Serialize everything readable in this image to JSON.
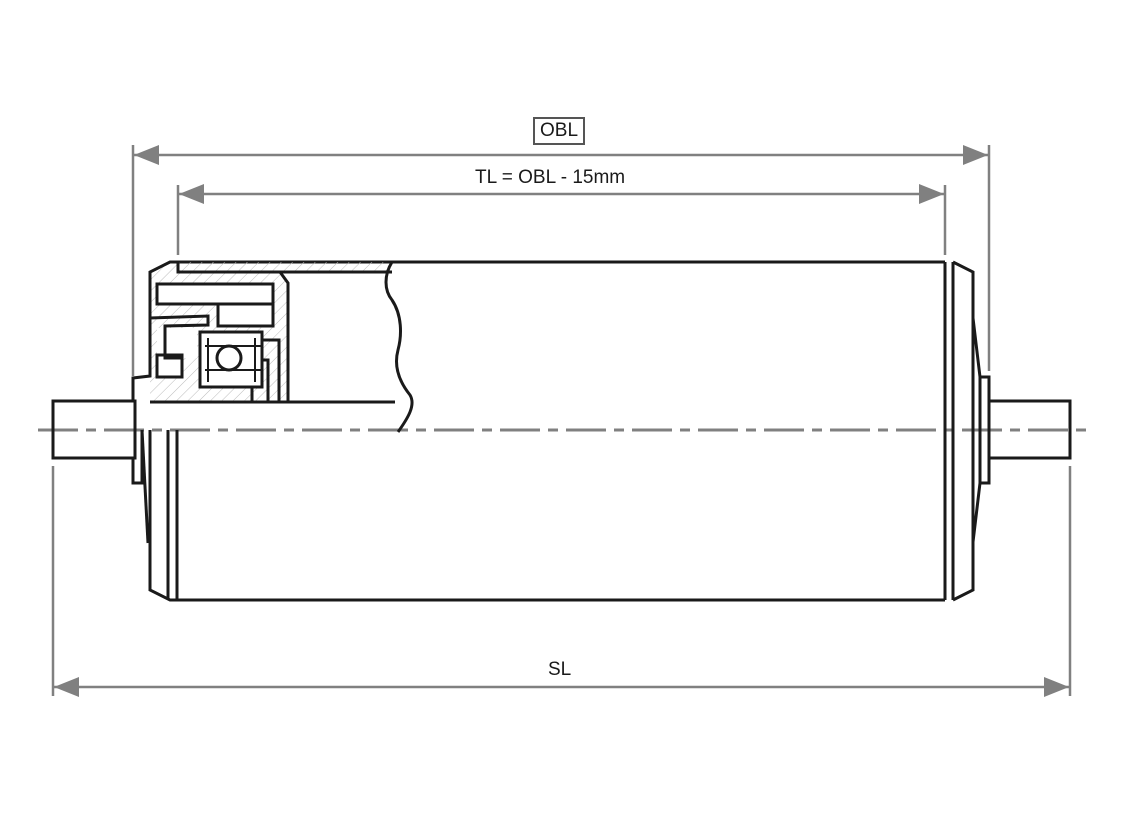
{
  "labels": {
    "obl": "OBL",
    "tl": "TL = OBL - 15mm",
    "sl": "SL"
  },
  "colors": {
    "outline": "#1a1a1a",
    "dimension": "#808080"
  }
}
